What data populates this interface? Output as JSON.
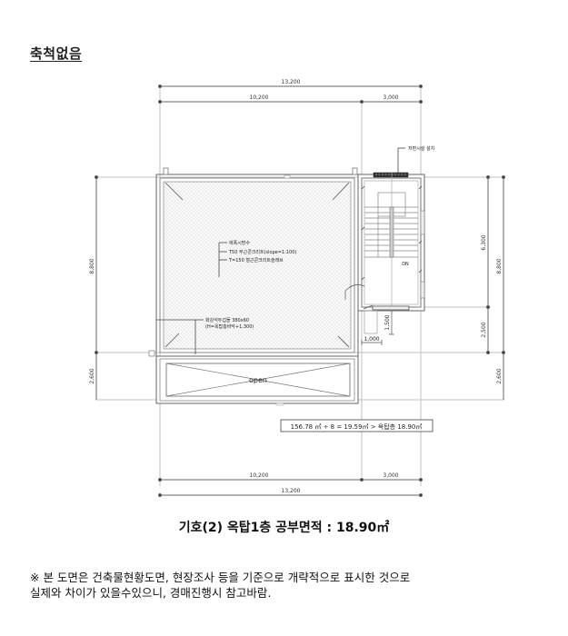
{
  "header": {
    "scale_note": "축척없음"
  },
  "drawing": {
    "dimensions_top": {
      "overall": "13,200",
      "left": "10,200",
      "right": "3,000"
    },
    "dimensions_bottom": {
      "left": "10,200",
      "right": "3,000",
      "overall": "13,200"
    },
    "dimensions_left": {
      "upper": "8,800",
      "lower": "2,600"
    },
    "dimensions_right_inner": {
      "upper": "6,300",
      "lower": "2,500"
    },
    "dimensions_right_outer": {
      "upper": "8,800",
      "lower": "2,600"
    },
    "stair_dims": {
      "vertical": "1,500",
      "horizontal": "1,000"
    },
    "annotations": {
      "equipment": "저편시설 설치",
      "roof_line1": "애폭시방수",
      "roof_line2": "T50 무근콘크리트(slope=1:100)",
      "roof_line3": "T=150 철근콘크리트슬래브",
      "parapet_line1": "화강석두겁돌 380x60",
      "parapet_line2": "(H=옥탑층바닥+1,300)",
      "open_label": "open",
      "stair_label": "DN"
    },
    "area_formula": "156.78 ㎡ ÷ 8 = 19.59㎡ > 옥탑층 18.90㎡"
  },
  "caption": {
    "text": "기호(2) 옥탑1층 공부면적 : 18.90㎡"
  },
  "note": {
    "line1": "※ 본 도면은 건축물현황도면, 현장조사 등을 기준으로 개략적으로 표시한 것으로",
    "line2": "실제와 차이가 있을수있으니, 경매진행시 참고바람."
  },
  "colors": {
    "line": "#555555",
    "light_line": "#b0b0b0",
    "hatch": "#e4e4e4",
    "text": "#111111"
  }
}
